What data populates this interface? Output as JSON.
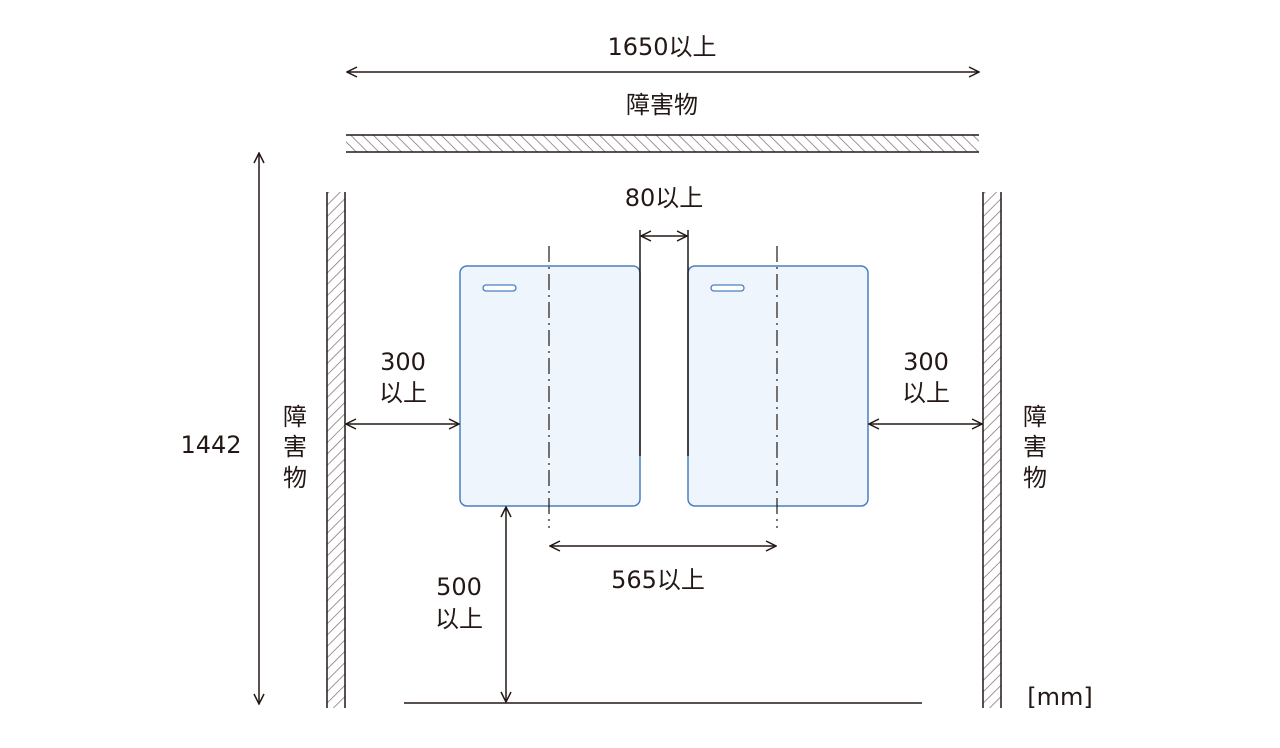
{
  "title": "Installation clearance diagram",
  "dimensions": {
    "total_width": "1650以上",
    "gap_between_units": "80以上",
    "side_left": [
      "300",
      "以上"
    ],
    "side_right": [
      "300",
      "以上"
    ],
    "front": [
      "500",
      "以上"
    ],
    "center_distance": "565以上",
    "total_depth": "1442"
  },
  "obstacle_top": "障害物",
  "obstacle_left": [
    "障",
    "害",
    "物"
  ],
  "obstacle_right": [
    "障",
    "害",
    "物"
  ],
  "unit_label": "[mm]",
  "colors": {
    "line": "#231815",
    "unit_fill": "#eef5fc",
    "unit_stroke": "#4a7fc1",
    "hatch": "#777777"
  }
}
